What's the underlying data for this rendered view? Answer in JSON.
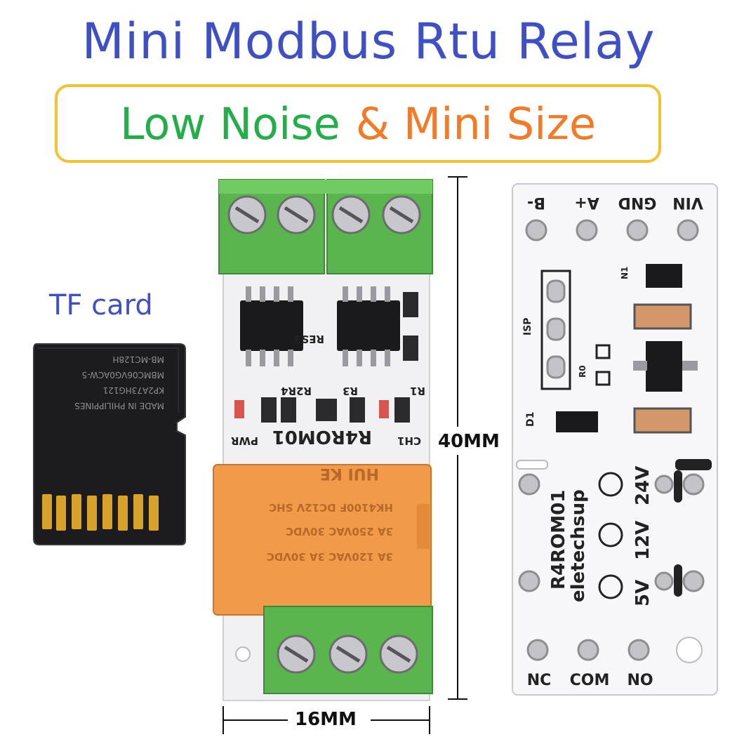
{
  "header": {
    "title": "Mini Modbus Rtu Relay",
    "subtitle_part1": "Low Noise",
    "subtitle_part2": "& Mini Size"
  },
  "tf_card": {
    "label": "TF card",
    "print_lines": [
      "MADE IN PHILIPPINES",
      "KP2A73HG121",
      "MBMC06VG0ACW-5",
      "MB-MC128H"
    ]
  },
  "front_board": {
    "silkscreen_model": "R4ROM01",
    "labels": [
      "PWR",
      "CH1",
      "R2R4",
      "R3",
      "R1",
      "RES3"
    ],
    "relay_brand": "HUI KE",
    "relay_lines": [
      "HK4100F DC12V SHC",
      "3A 250VAC 30VDC",
      "3A 120VAC 3A 30VDC"
    ]
  },
  "back_board": {
    "top_pins": [
      "B-",
      "A+",
      "GND",
      "VIN"
    ],
    "bottom_pins": [
      "NC",
      "COM",
      "NO"
    ],
    "voltage_options": [
      "24V",
      "12V",
      "5V"
    ],
    "silkscreen_model": "R4ROM01",
    "brand": "eletechsup",
    "labels": [
      "ISP",
      "D1",
      "N1",
      "R0"
    ]
  },
  "dimensions": {
    "height": "40MM",
    "width": "16MM"
  },
  "colors": {
    "title": "#3f4fc4",
    "subtitle_green": "#24ae49",
    "subtitle_orange": "#f37a26",
    "subtitle_border": "#f2c230",
    "terminal_green": "#5bb54f",
    "relay_orange": "#f09a4a"
  }
}
